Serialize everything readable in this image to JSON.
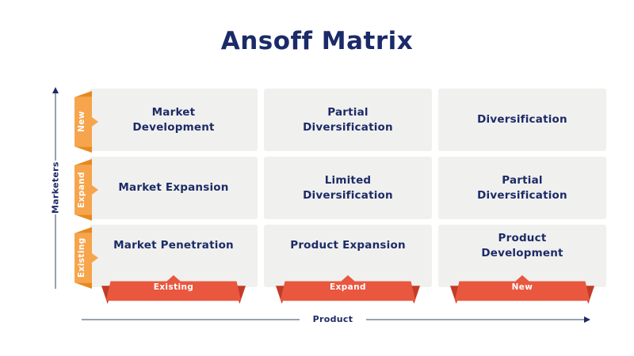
{
  "title": "Ansoff Matrix",
  "colors": {
    "navy": "#1b2a68",
    "cell_background": "#f0f0ef",
    "orange": "#f6a54d",
    "orange_dark": "#e68a1e",
    "red": "#e9573f",
    "red_dark": "#c23b27",
    "axis_line": "#98a1b0"
  },
  "y_axis": {
    "label": "Marketers"
  },
  "x_axis": {
    "label": "Product"
  },
  "row_ribbons": [
    {
      "label": "New"
    },
    {
      "label": "Expand"
    },
    {
      "label": "Existing"
    }
  ],
  "col_ribbons": [
    {
      "label": "Existing"
    },
    {
      "label": "Expand"
    },
    {
      "label": "New"
    }
  ],
  "matrix": {
    "cells": [
      [
        "Market\nDevelopment",
        "Partial\nDiversification",
        "Diversification"
      ],
      [
        "Market Expansion",
        "Limited\nDiversification",
        "Partial\nDiversification"
      ],
      [
        "Market Penetration",
        "Product Expansion",
        "Product\nDevelopment"
      ]
    ]
  }
}
